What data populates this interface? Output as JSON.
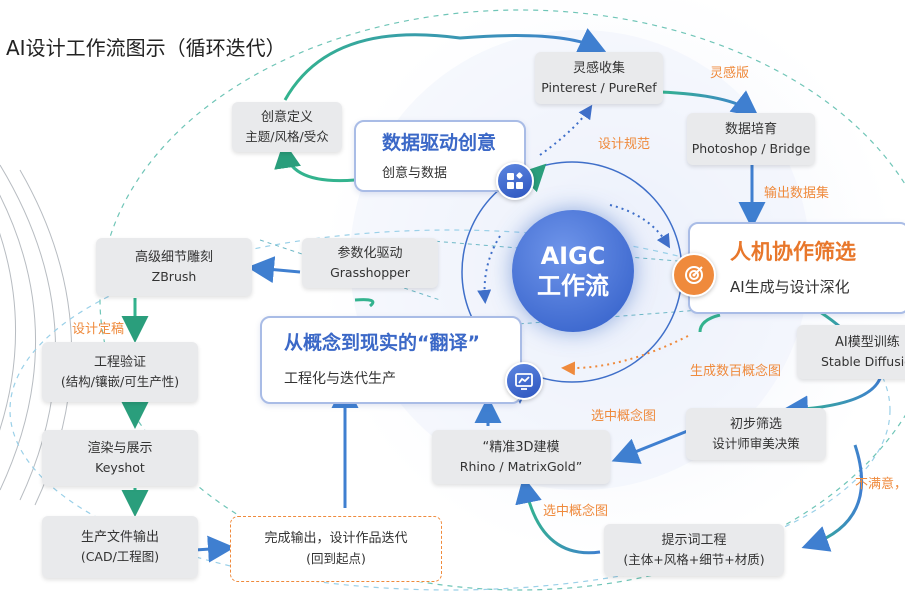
{
  "title": "AI设计工作流图示（循环迭代）",
  "center": {
    "line1": "AIGC",
    "line2": "工作流"
  },
  "stages": {
    "data_driven": {
      "title": "数据驱动创意",
      "subtitle": "创意与数据"
    },
    "collab": {
      "title": "人机协作筛选",
      "subtitle": "AI生成与设计深化"
    },
    "translate": {
      "title": "从概念到现实的“翻译”",
      "subtitle": "工程化与迭代生产"
    }
  },
  "nodes": {
    "inspiration": {
      "line1": "灵感收集",
      "line2": "Pinterest / PureRef"
    },
    "creative_def": {
      "line1": "创意定义",
      "line2": "主题/风格/受众"
    },
    "data_cultivation": {
      "line1": "数据培育",
      "line2": "Photoshop / Bridge"
    },
    "model_training": {
      "line1": "AI模型训练",
      "line2": "Stable Diffusion"
    },
    "initial_screening": {
      "line1": "初步筛选",
      "line2": "设计师审美决策"
    },
    "prompt_engineering": {
      "line1": "提示词工程",
      "line2": "(主体+风格+细节+材质)"
    },
    "precise_modeling": {
      "line1": "“精准3D建模",
      "line2": "Rhino / MatrixGold”"
    },
    "parametric": {
      "line1": "参数化驱动",
      "line2": "Grasshopper"
    },
    "sculpting": {
      "line1": "高级细节雕刻",
      "line2": "ZBrush"
    },
    "engineering_check": {
      "line1": "工程验证",
      "line2": "(结构/镶嵌/可生产性)"
    },
    "rendering": {
      "line1": "渲染与展示",
      "line2": "Keyshot"
    },
    "production_output": {
      "line1": "生产文件输出",
      "line2": "(CAD/工程图)"
    },
    "final_output": {
      "line1": "完成输出，设计作品迭代",
      "line2": "(回到起点)"
    }
  },
  "labels": {
    "mood_board": "灵感版",
    "design_spec": "设计规范",
    "output_dataset": "输出数据集",
    "gen_concepts": "生成数百概念图",
    "selected_concept_1": "选中概念图",
    "selected_concept_2": "选中概念图",
    "unsatisfied": "不满意，",
    "design_finalized": "设计定稿"
  },
  "colors": {
    "accent_blue": "#3b68c7",
    "accent_orange": "#ef8a3c",
    "arrow_blue": "#3f7fd0",
    "arrow_green": "#33b38e"
  }
}
